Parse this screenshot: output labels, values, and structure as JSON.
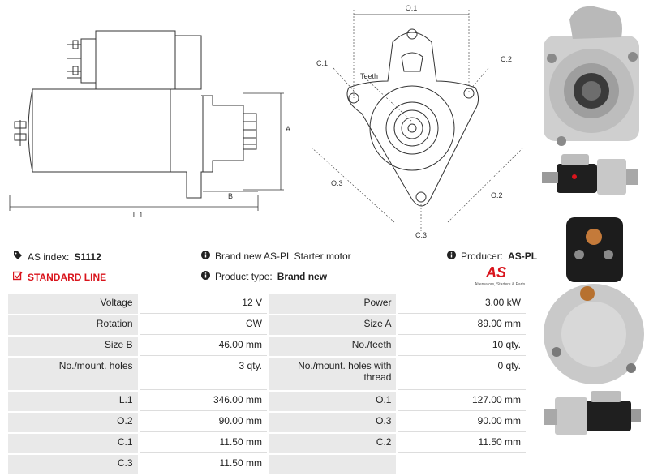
{
  "drawing": {
    "side_labels": {
      "a": "A",
      "b": "B",
      "l1": "L.1"
    },
    "front_labels": {
      "o1": "O.1",
      "o2": "O.2",
      "o3": "O.3",
      "c1": "C.1",
      "c2": "C.2",
      "c3": "C.3",
      "teeth": "Teeth"
    }
  },
  "info": {
    "as_index_label": "AS index:",
    "as_index_value": "S1112",
    "standard_line": "STANDARD LINE",
    "description": "Brand new AS-PL Starter motor",
    "product_type_label": "Product type:",
    "product_type_value": "Brand new",
    "producer_label": "Producer:",
    "producer_value": "AS-PL"
  },
  "logo": {
    "mark": "AS",
    "tagline": "Alternators, Starters & Parts"
  },
  "specs": [
    {
      "l1": "Voltage",
      "v1": "12 V",
      "l2": "Power",
      "v2": "3.00 kW"
    },
    {
      "l1": "Rotation",
      "v1": "CW",
      "l2": "Size A",
      "v2": "89.00 mm"
    },
    {
      "l1": "Size B",
      "v1": "46.00 mm",
      "l2": "No./teeth",
      "v2": "10 qty."
    },
    {
      "l1": "No./mount. holes",
      "v1": "3 qty.",
      "l2": "No./mount. holes with thread",
      "v2": "0 qty."
    },
    {
      "l1": "L.1",
      "v1": "346.00 mm",
      "l2": "O.1",
      "v2": "127.00 mm"
    },
    {
      "l1": "O.2",
      "v1": "90.00 mm",
      "l2": "O.3",
      "v2": "90.00 mm"
    },
    {
      "l1": "C.1",
      "v1": "11.50 mm",
      "l2": "C.2",
      "v2": "11.50 mm"
    },
    {
      "l1": "C.3",
      "v1": "11.50 mm",
      "l2": "",
      "v2": ""
    }
  ],
  "colors": {
    "accent": "#d9141c",
    "label_bg": "#e9e9e9"
  },
  "icons": [
    "tag-icon",
    "check-square-icon",
    "info-icon"
  ]
}
